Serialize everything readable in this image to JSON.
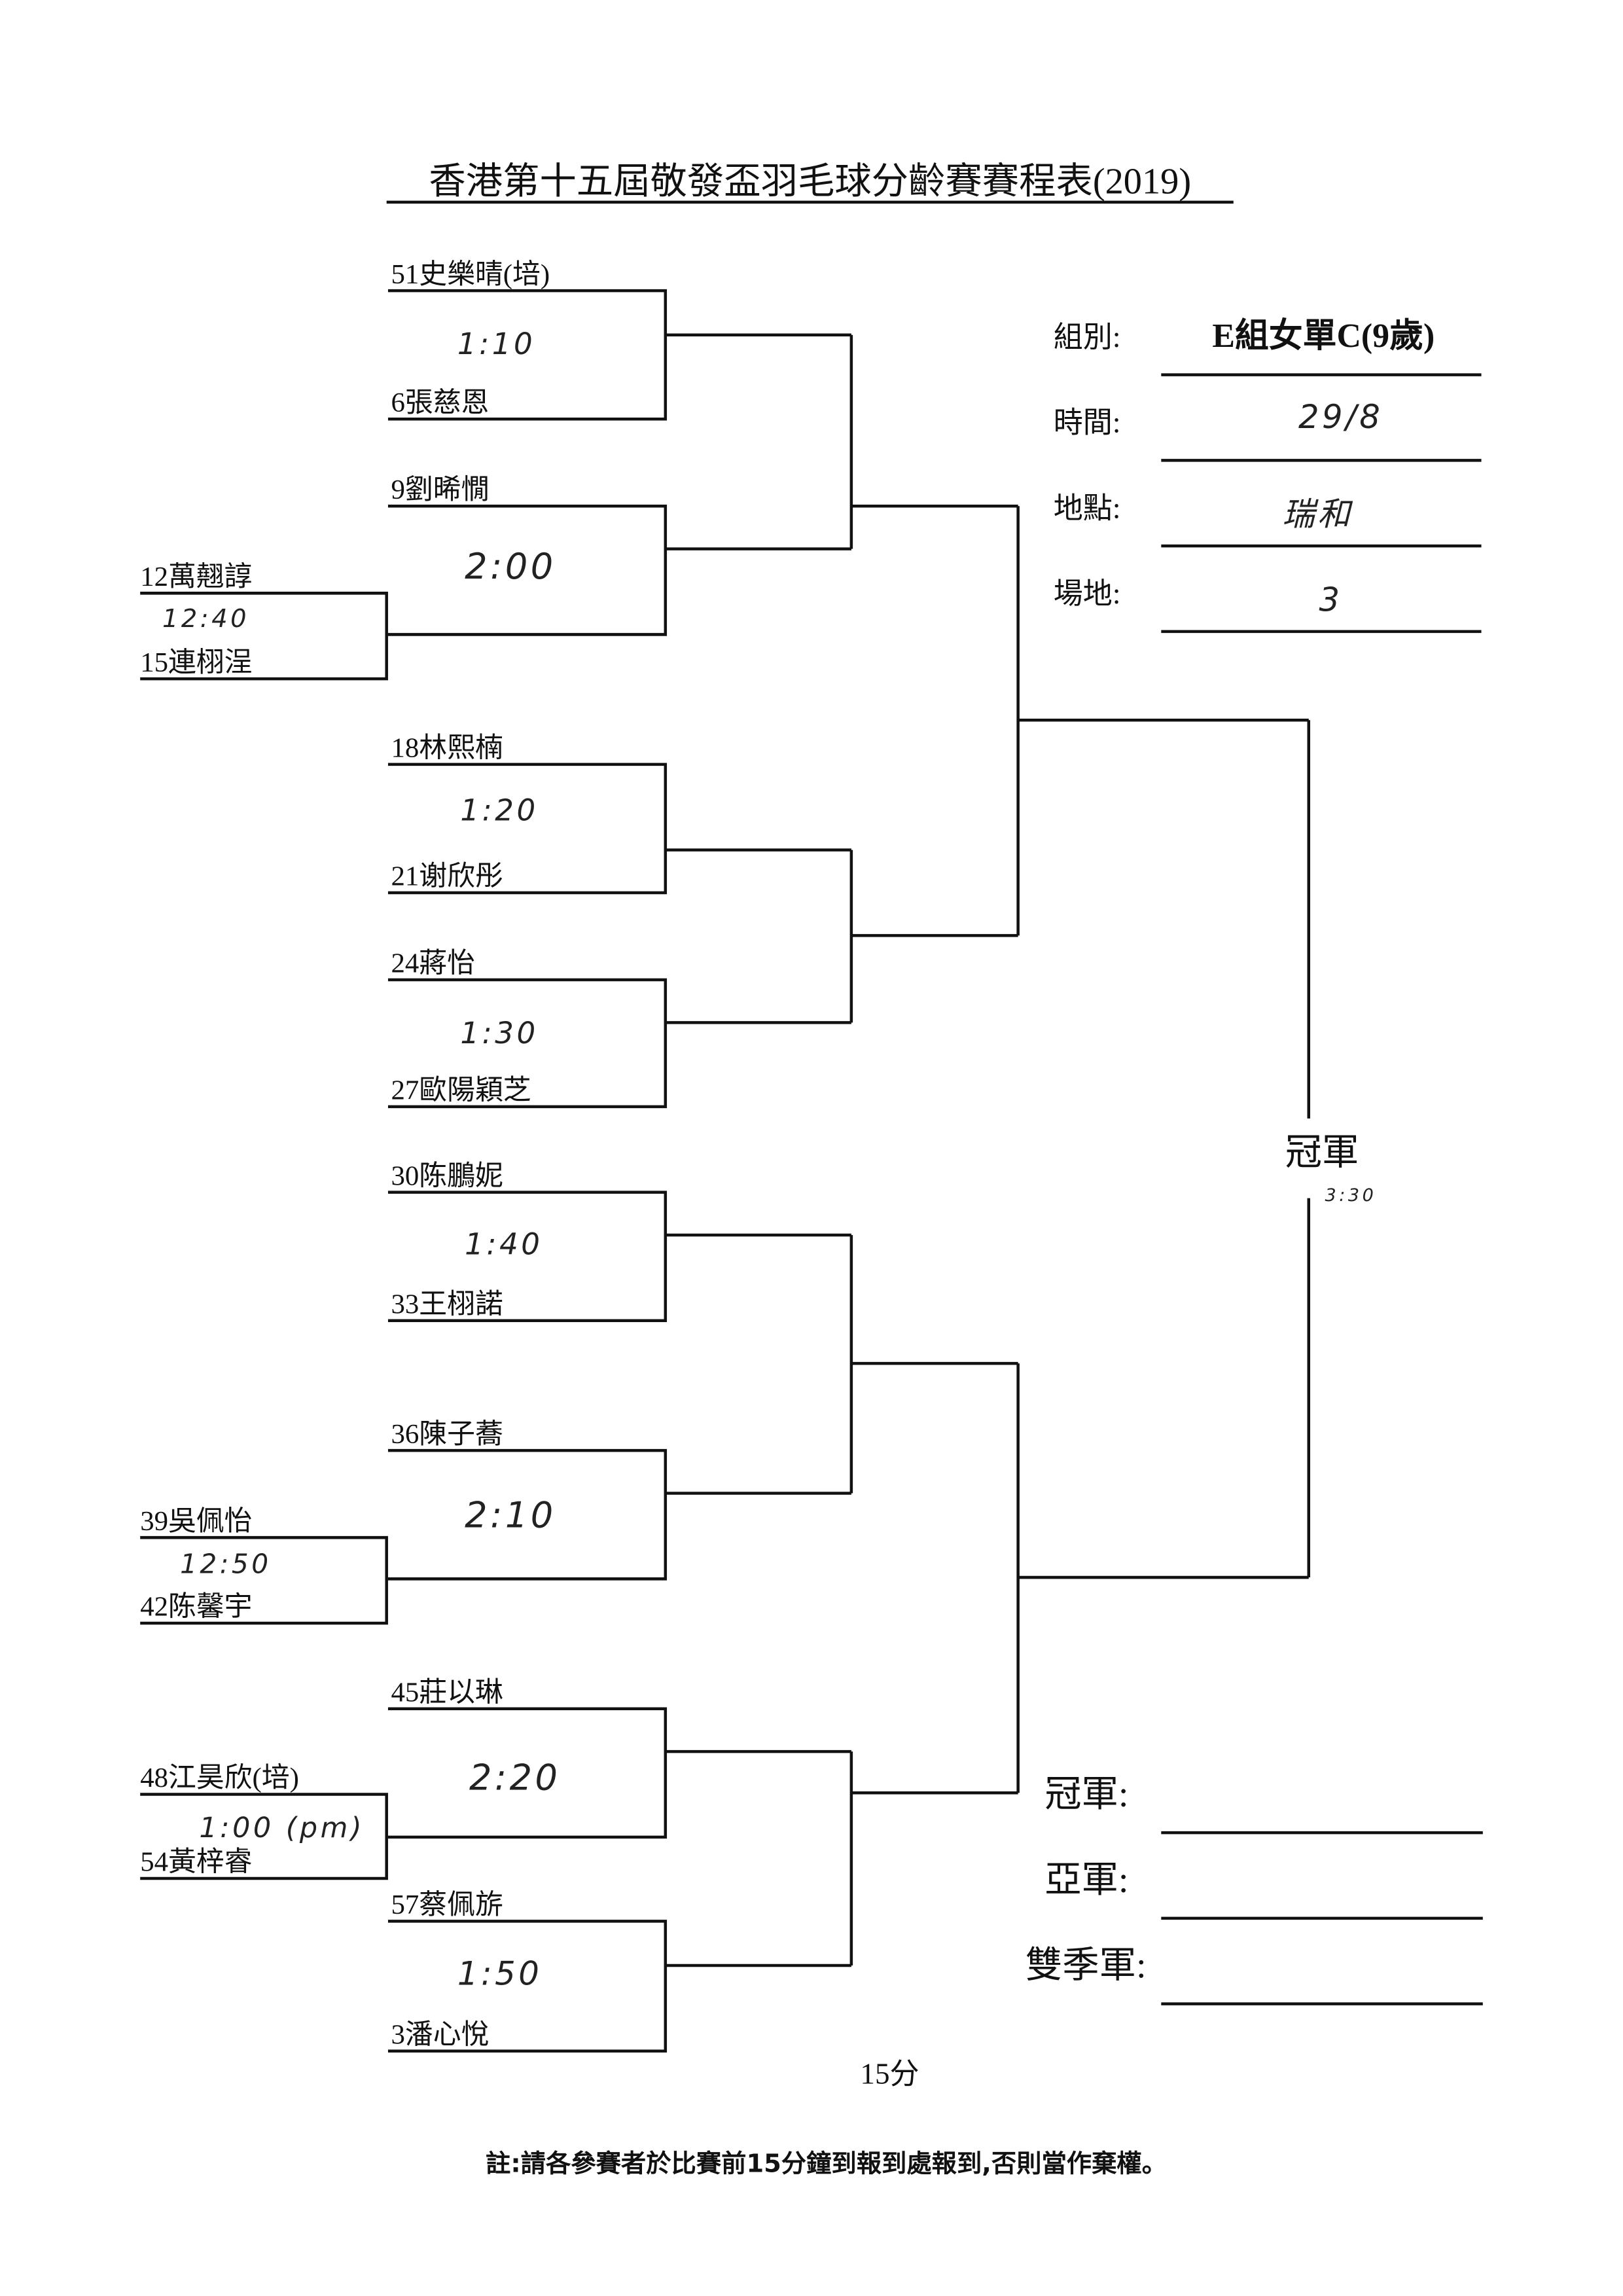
{
  "title": "香港第十五屆敬發盃羽毛球分齡賽賽程表(2019)",
  "info": {
    "group_label": "組別:",
    "group_value": "E組女單C(9歲)",
    "time_label": "時間:",
    "time_value": "29/8",
    "venue_label": "地點:",
    "venue_value": "瑞和",
    "court_label": "場地:",
    "court_value": "3"
  },
  "players": {
    "p51": "51史樂晴(培)",
    "p6": "6張慈恩",
    "p9": "9劉晞憪",
    "p12": "12萬翹諄",
    "p15": "15連栩浧",
    "p18": "18林熙楠",
    "p21": "21谢欣彤",
    "p24": "24蔣怡",
    "p27": "27歐陽穎芝",
    "p30": "30陈鵬妮",
    "p33": "33王栩諾",
    "p36": "36陳子蕎",
    "p39": "39吳佩怡",
    "p42": "42陈馨宇",
    "p45": "45莊以琳",
    "p48": "48江昊欣(培)",
    "p54": "54黃梓睿",
    "p57": "57蔡佩旂",
    "p3": "3潘心悅"
  },
  "times": {
    "m1": "1:10",
    "m2": "2:00",
    "m_pre1": "12:40",
    "m3": "1:20",
    "m4": "1:30",
    "m5": "1:40",
    "m6": "2:10",
    "m_pre2": "12:50",
    "m7": "2:20",
    "m_pre3": "1:00 (pm)",
    "m8": "1:50",
    "final": "3:30"
  },
  "champion_label": "冠軍",
  "results": {
    "champion": "冠軍:",
    "runner_up": "亞軍:",
    "semi": "雙季軍:"
  },
  "duration": "15分",
  "footnote": "註:請各參賽者於比賽前15分鐘到報到處報到,否則當作棄權。"
}
